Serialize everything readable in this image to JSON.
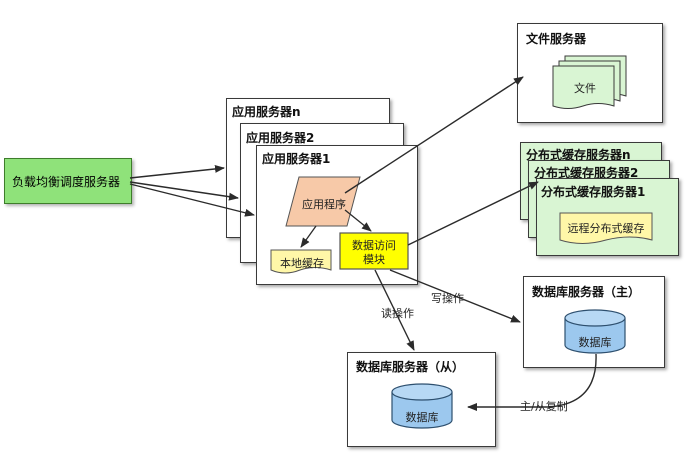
{
  "load_balancer": "负载均衡调度服务器",
  "app_servers": [
    "应用服务器n",
    "应用服务器2",
    "应用服务器1"
  ],
  "app_program": "应用程序",
  "local_cache": "本地缓存",
  "data_access": [
    "数据访问",
    "模块"
  ],
  "file_server": {
    "title": "文件服务器",
    "file": "文件"
  },
  "cache_servers": [
    "分布式缓存服务器n",
    "分布式缓存服务器2",
    "分布式缓存服务器1"
  ],
  "remote_cache": "远程分布式缓存",
  "db_master": {
    "title": "数据库服务器（主）",
    "db": "数据库"
  },
  "db_slave": {
    "title": "数据库服务器（从）",
    "db": "数据库"
  },
  "edges": {
    "write": "写操作",
    "read": "读操作",
    "replicate": "主/从复制"
  },
  "colors": {
    "green": "#8fe27a",
    "light_green": "#d9f5d3",
    "yellow": "#ffff00",
    "peach": "#f7c9a8",
    "db_blue": "#9cc8ee"
  }
}
